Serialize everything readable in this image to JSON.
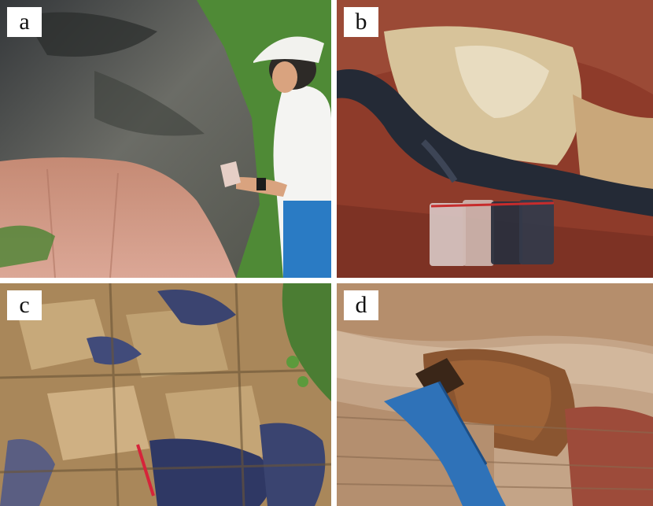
{
  "panels": [
    {
      "id": "a",
      "label": "a"
    },
    {
      "id": "b",
      "label": "b"
    },
    {
      "id": "c",
      "label": "c"
    },
    {
      "id": "d",
      "label": "d"
    }
  ],
  "colors": {
    "divider": "#ffffff",
    "label_bg": "#ffffff",
    "label_text": "#111111",
    "grey_rock": "#5f605c",
    "pink_zone": "#c98d7a",
    "red_soil": "#8e3b2a",
    "black_layer": "#242a36",
    "hammer_blue": "#2f72b8"
  }
}
